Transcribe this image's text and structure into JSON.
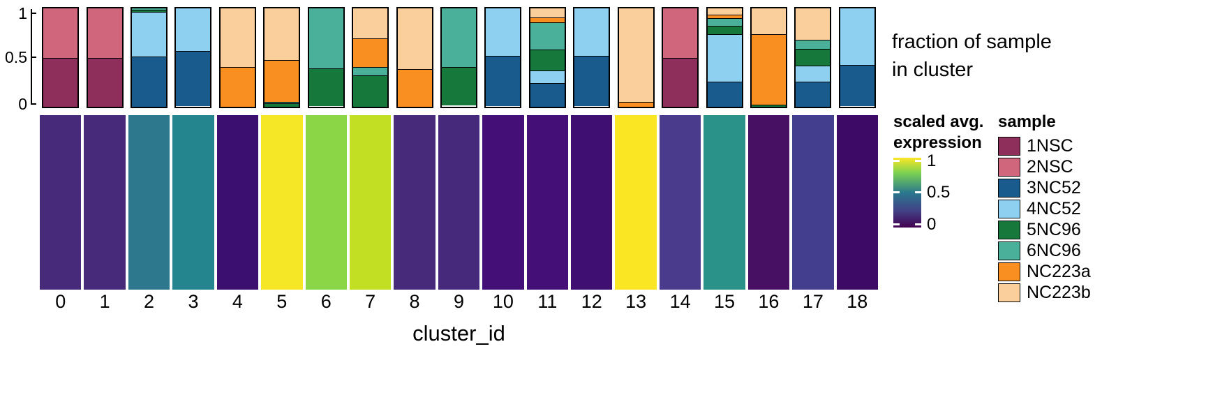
{
  "figure": {
    "bars_axis_title_line1": "fraction of sample",
    "bars_axis_title_line2": "in cluster",
    "x_axis_title": "cluster_id",
    "y_ticks": [
      "1",
      "0.5",
      "0"
    ]
  },
  "expression_legend": {
    "title_line1": "scaled avg.",
    "title_line2": "expression",
    "ticks": [
      "1",
      "0.5",
      "0"
    ],
    "colormap": "viridis",
    "colormap_stops": [
      "#440154",
      "#414487",
      "#2a788e",
      "#7ad151",
      "#fde725"
    ]
  },
  "sample_legend": {
    "title": "sample",
    "items": [
      {
        "label": "1NSC",
        "color": "#8e2f5b"
      },
      {
        "label": "2NSC",
        "color": "#d0667c"
      },
      {
        "label": "3NC52",
        "color": "#1a5b8e"
      },
      {
        "label": "4NC52",
        "color": "#8ed0ef"
      },
      {
        "label": "5NC96",
        "color": "#17783c"
      },
      {
        "label": "6NC96",
        "color": "#4ab09a"
      },
      {
        "label": "NC223a",
        "color": "#f98e21"
      },
      {
        "label": "NC223b",
        "color": "#fbcf9c"
      }
    ]
  },
  "chart_data": {
    "type": "bar",
    "title": "",
    "xlabel": "cluster_id",
    "ylabel": "fraction of sample in cluster",
    "ylim": [
      0,
      1
    ],
    "grid": false,
    "legend_position": "right",
    "stacked": true,
    "categories": [
      "0",
      "1",
      "2",
      "3",
      "4",
      "5",
      "6",
      "7",
      "8",
      "9",
      "10",
      "11",
      "12",
      "13",
      "14",
      "15",
      "16",
      "17",
      "18"
    ],
    "series": [
      {
        "name": "1NSC",
        "color": "#8e2f5b",
        "values": [
          0.49,
          0.49,
          0.0,
          0.0,
          0.0,
          0.0,
          0.0,
          0.0,
          0.0,
          0.0,
          0.0,
          0.0,
          0.0,
          0.0,
          0.49,
          0.0,
          0.0,
          0.0,
          0.0
        ]
      },
      {
        "name": "2NSC",
        "color": "#d0667c",
        "values": [
          0.51,
          0.51,
          0.0,
          0.0,
          0.0,
          0.0,
          0.0,
          0.0,
          0.0,
          0.0,
          0.0,
          0.0,
          0.0,
          0.0,
          0.51,
          0.0,
          0.0,
          0.0,
          0.0
        ]
      },
      {
        "name": "3NC52",
        "color": "#1a5b8e",
        "values": [
          0.0,
          0.0,
          0.5,
          0.555,
          0.0,
          0.0,
          0.0,
          0.0,
          0.0,
          0.0,
          0.5,
          0.235,
          0.5,
          0.0,
          0.0,
          0.245,
          0.0,
          0.245,
          0.415
        ]
      },
      {
        "name": "4NC52",
        "color": "#8ed0ef",
        "values": [
          0.0,
          0.0,
          0.455,
          0.44,
          0.0,
          0.0,
          0.0,
          0.0,
          0.0,
          0.0,
          0.49,
          0.125,
          0.49,
          0.0,
          0.0,
          0.485,
          0.0,
          0.165,
          0.58
        ]
      },
      {
        "name": "5NC96",
        "color": "#17783c",
        "values": [
          0.0,
          0.0,
          0.025,
          0.0,
          0.0,
          0.025,
          0.375,
          0.315,
          0.0,
          0.385,
          0.0,
          0.215,
          0.0,
          0.0,
          0.0,
          0.085,
          0.015,
          0.175,
          0.0
        ]
      },
      {
        "name": "6NC96",
        "color": "#4ab09a",
        "values": [
          0.0,
          0.0,
          0.02,
          0.0,
          0.0,
          0.02,
          0.615,
          0.085,
          0.0,
          0.6,
          0.0,
          0.275,
          0.0,
          0.0,
          0.0,
          0.075,
          0.0,
          0.09,
          0.0
        ]
      },
      {
        "name": "NC223a",
        "color": "#f98e21",
        "values": [
          0.0,
          0.0,
          0.0,
          0.0,
          0.4,
          0.425,
          0.0,
          0.29,
          0.375,
          0.0,
          0.0,
          0.05,
          0.0,
          0.045,
          0.0,
          0.04,
          0.715,
          0.0,
          0.0
        ]
      },
      {
        "name": "NC223b",
        "color": "#fbcf9c",
        "values": [
          0.0,
          0.0,
          0.0,
          0.0,
          0.6,
          0.53,
          0.0,
          0.31,
          0.625,
          0.0,
          0.0,
          0.1,
          0.0,
          0.955,
          0.0,
          0.07,
          0.27,
          0.325,
          0.0
        ]
      }
    ],
    "heatmap": {
      "name": "scaled avg. expression",
      "zlim": [
        0,
        1
      ],
      "values": [
        0.13,
        0.14,
        0.46,
        0.52,
        0.07,
        0.97,
        0.85,
        0.89,
        0.12,
        0.1,
        0.09,
        0.08,
        0.06,
        0.98,
        0.14,
        0.51,
        0.05,
        0.17,
        0.03
      ],
      "colors": [
        "#472a7a",
        "#472a7a",
        "#2e788e",
        "#25858e",
        "#3b0f6f",
        "#f6e726",
        "#8bd646",
        "#c2df23",
        "#472a7a",
        "#46297a",
        "#440f76",
        "#440f76",
        "#3f0f72",
        "#fae622",
        "#4b3b8c",
        "#2b9289",
        "#471063",
        "#443e8f",
        "#3d0a66"
      ]
    }
  }
}
